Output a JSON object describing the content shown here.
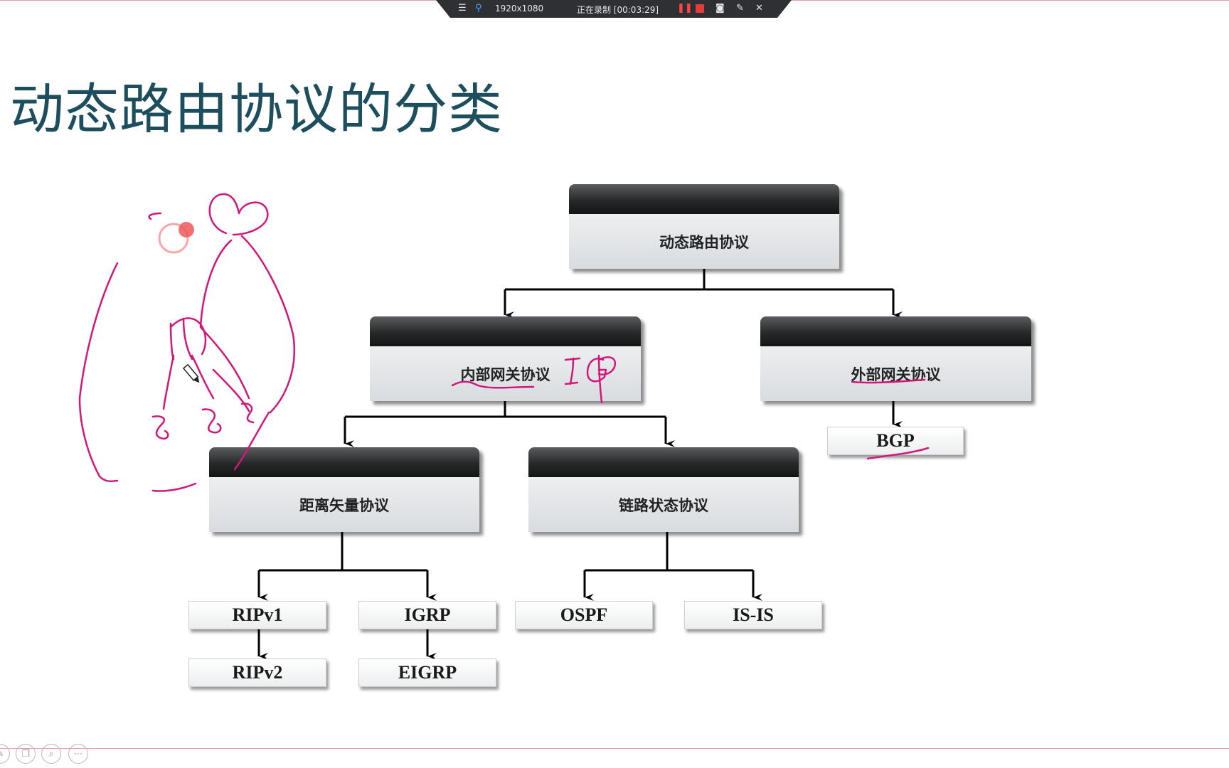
{
  "recorder": {
    "resolution": "1920x1080",
    "status": "正在录制 [00:03:29]",
    "menu_icon": "menu-icon",
    "pin_icon": "pin-icon",
    "pause_icon": "pause-icon",
    "stop_icon": "stop-icon",
    "camera_icon": "camera-icon",
    "pen_icon": "pen-icon",
    "close_icon": "close-icon"
  },
  "slide": {
    "title": "动态路由协议的分类"
  },
  "diagram": {
    "root": "动态路由协议",
    "igp": "内部网关协议",
    "egp": "外部网关协议",
    "distance_vector": "距离矢量协议",
    "link_state": "链路状态协议",
    "bgp": "BGP",
    "ripv1": "RIPv1",
    "ripv2": "RIPv2",
    "igrp": "IGRP",
    "eigrp": "EIGRP",
    "ospf": "OSPF",
    "isis": "IS-IS"
  },
  "annotations": {
    "igp_handwritten": "IGP"
  },
  "colors": {
    "title": "#1d4e5e",
    "ink": "#d0187a",
    "header_dark": "#1c1d1e"
  },
  "taskbar": {
    "icons": [
      "pen-icon",
      "layers-icon",
      "zoom-icon",
      "more-icon"
    ]
  }
}
